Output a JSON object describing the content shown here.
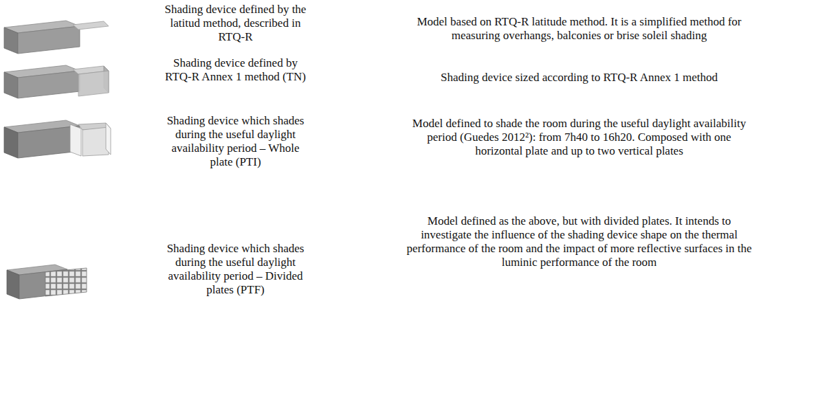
{
  "diagram": {
    "labels": [
      "Shading device defined by the latitud method, described in RTQ-R",
      "Model based on RTQ-R latitude method. It is a simplified method for measuring overhangs, balconies or brise soleil shading",
      "Shading device defined by RTQ-R Annex 1 method (TN)",
      "Shading device sized according to RTQ-R Annex 1 method",
      "Shading device which shades during the useful daylight availability period – Whole plate (PTI)",
      "Model defined to shade the room during the useful daylight availability period (Guedes 2012²): from 7h40 to 16h20. Composed with one horizontal plate and up to two vertical plates",
      "Shading device which shades during the useful daylight availability period – Divided plates (PTF)",
      "Model defined as the above, but with divided plates. It intends to investigate the influence of the shading device shape on the thermal performance of the room and the impact of more reflective surfaces in the luminic performance of the room"
    ]
  }
}
